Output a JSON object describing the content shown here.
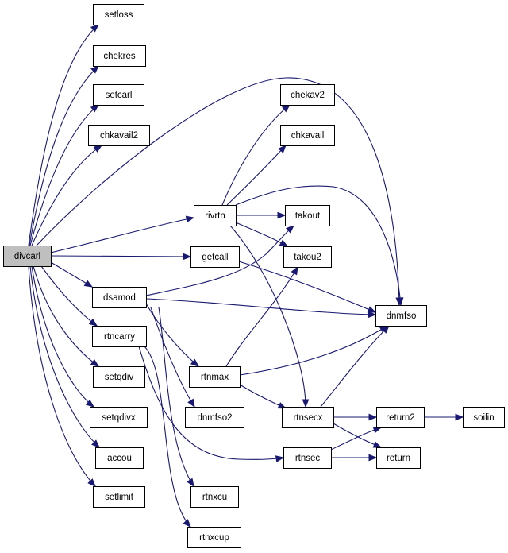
{
  "diagram": {
    "colors": {
      "edge": "#191970",
      "node_border": "#000000",
      "node_fill": "#ffffff",
      "root_fill": "#bfbfbf",
      "text": "#000000"
    },
    "nodes": [
      {
        "id": "divcarl",
        "label": "divcarl",
        "root": true
      },
      {
        "id": "setloss",
        "label": "setloss"
      },
      {
        "id": "chekres",
        "label": "chekres"
      },
      {
        "id": "setcarl",
        "label": "setcarl"
      },
      {
        "id": "chkavail2",
        "label": "chkavail2"
      },
      {
        "id": "rivrtn",
        "label": "rivrtn"
      },
      {
        "id": "getcall",
        "label": "getcall"
      },
      {
        "id": "dsamod",
        "label": "dsamod"
      },
      {
        "id": "rtncarry",
        "label": "rtncarry"
      },
      {
        "id": "setqdiv",
        "label": "setqdiv"
      },
      {
        "id": "setqdivx",
        "label": "setqdivx"
      },
      {
        "id": "accou",
        "label": "accou"
      },
      {
        "id": "setlimit",
        "label": "setlimit"
      },
      {
        "id": "chekav2",
        "label": "chekav2"
      },
      {
        "id": "chkavail",
        "label": "chkavail"
      },
      {
        "id": "takout",
        "label": "takout"
      },
      {
        "id": "takou2",
        "label": "takou2"
      },
      {
        "id": "rtnmax",
        "label": "rtnmax"
      },
      {
        "id": "dnmfso2",
        "label": "dnmfso2"
      },
      {
        "id": "rtnxcu",
        "label": "rtnxcu"
      },
      {
        "id": "rtnxcup",
        "label": "rtnxcup"
      },
      {
        "id": "dnmfso",
        "label": "dnmfso"
      },
      {
        "id": "rtnsecx",
        "label": "rtnsecx"
      },
      {
        "id": "rtnsec",
        "label": "rtnsec"
      },
      {
        "id": "return2",
        "label": "return2"
      },
      {
        "id": "return",
        "label": "return"
      },
      {
        "id": "soilin",
        "label": "soilin"
      }
    ],
    "edges": [
      {
        "from": "divcarl",
        "to": "setloss"
      },
      {
        "from": "divcarl",
        "to": "chekres"
      },
      {
        "from": "divcarl",
        "to": "setcarl"
      },
      {
        "from": "divcarl",
        "to": "chkavail2"
      },
      {
        "from": "divcarl",
        "to": "dnmfso"
      },
      {
        "from": "divcarl",
        "to": "rivrtn"
      },
      {
        "from": "divcarl",
        "to": "getcall"
      },
      {
        "from": "divcarl",
        "to": "dsamod"
      },
      {
        "from": "divcarl",
        "to": "rtncarry"
      },
      {
        "from": "divcarl",
        "to": "setqdiv"
      },
      {
        "from": "divcarl",
        "to": "setqdivx"
      },
      {
        "from": "divcarl",
        "to": "accou"
      },
      {
        "from": "divcarl",
        "to": "setlimit"
      },
      {
        "from": "rivrtn",
        "to": "chekav2"
      },
      {
        "from": "rivrtn",
        "to": "chkavail"
      },
      {
        "from": "rivrtn",
        "to": "dnmfso"
      },
      {
        "from": "rivrtn",
        "to": "takout"
      },
      {
        "from": "rivrtn",
        "to": "takou2"
      },
      {
        "from": "rivrtn",
        "to": "rtnsecx"
      },
      {
        "from": "getcall",
        "to": "dnmfso"
      },
      {
        "from": "dsamod",
        "to": "takout"
      },
      {
        "from": "dsamod",
        "to": "dnmfso"
      },
      {
        "from": "dsamod",
        "to": "rtnmax"
      },
      {
        "from": "dsamod",
        "to": "dnmfso2"
      },
      {
        "from": "dsamod",
        "to": "rtnxcu"
      },
      {
        "from": "rtncarry",
        "to": "rtnsec"
      },
      {
        "from": "rtncarry",
        "to": "rtnxcup"
      },
      {
        "from": "rtnmax",
        "to": "takou2"
      },
      {
        "from": "rtnmax",
        "to": "dnmfso"
      },
      {
        "from": "rtnmax",
        "to": "rtnsecx"
      },
      {
        "from": "rtnsecx",
        "to": "dnmfso"
      },
      {
        "from": "rtnsecx",
        "to": "return2"
      },
      {
        "from": "rtnsecx",
        "to": "return"
      },
      {
        "from": "rtnsec",
        "to": "return2"
      },
      {
        "from": "rtnsec",
        "to": "return"
      },
      {
        "from": "return2",
        "to": "soilin"
      }
    ]
  }
}
